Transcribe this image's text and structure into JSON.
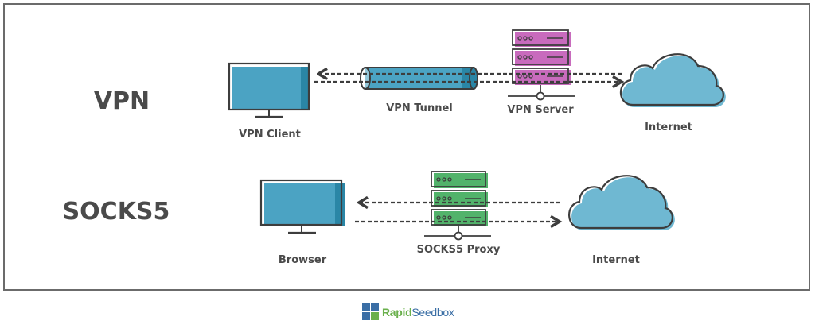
{
  "sections": {
    "vpn": {
      "title": "VPN",
      "client_label": "VPN Client",
      "tunnel_label": "VPN Tunnel",
      "server_label": "VPN Server",
      "internet_label": "Internet"
    },
    "socks5": {
      "title": "SOCKS5",
      "client_label": "Browser",
      "proxy_label": "SOCKS5 Proxy",
      "internet_label": "Internet"
    }
  },
  "colors": {
    "monitor": "#4ba3c3",
    "monitor_dark": "#2a86a6",
    "vpn_server": "#c86bbd",
    "socks_proxy": "#52b36b",
    "cloud": "#6fb8d2",
    "outline": "#3d3d3d"
  },
  "logo": {
    "part1": "Rapid",
    "part2": "Seedbox"
  }
}
